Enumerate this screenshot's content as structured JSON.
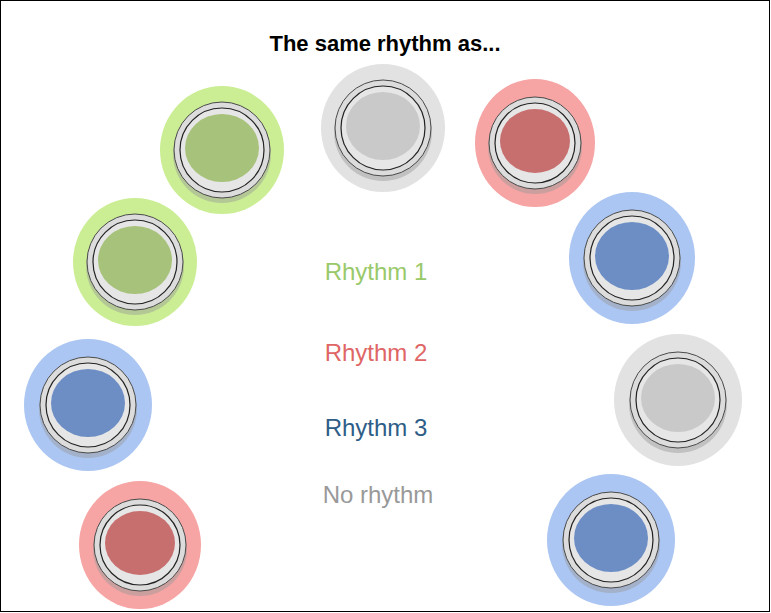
{
  "diagram": {
    "title": "The same rhythm as...",
    "labels": [
      "Rhythm 1",
      "Rhythm 2",
      "Rhythm 3",
      "No rhythm"
    ]
  }
}
